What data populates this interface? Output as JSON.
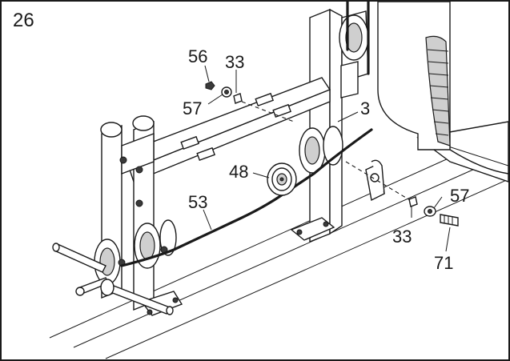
{
  "step": {
    "number": "26"
  },
  "callouts": [
    {
      "id": "c56a",
      "text": "56"
    },
    {
      "id": "c33a",
      "text": "33"
    },
    {
      "id": "c57a",
      "text": "57"
    },
    {
      "id": "c3",
      "text": "3"
    },
    {
      "id": "c48",
      "text": "48"
    },
    {
      "id": "c53",
      "text": "53"
    },
    {
      "id": "c57b",
      "text": "57"
    },
    {
      "id": "c33b",
      "text": "33"
    },
    {
      "id": "c71",
      "text": "71"
    }
  ]
}
